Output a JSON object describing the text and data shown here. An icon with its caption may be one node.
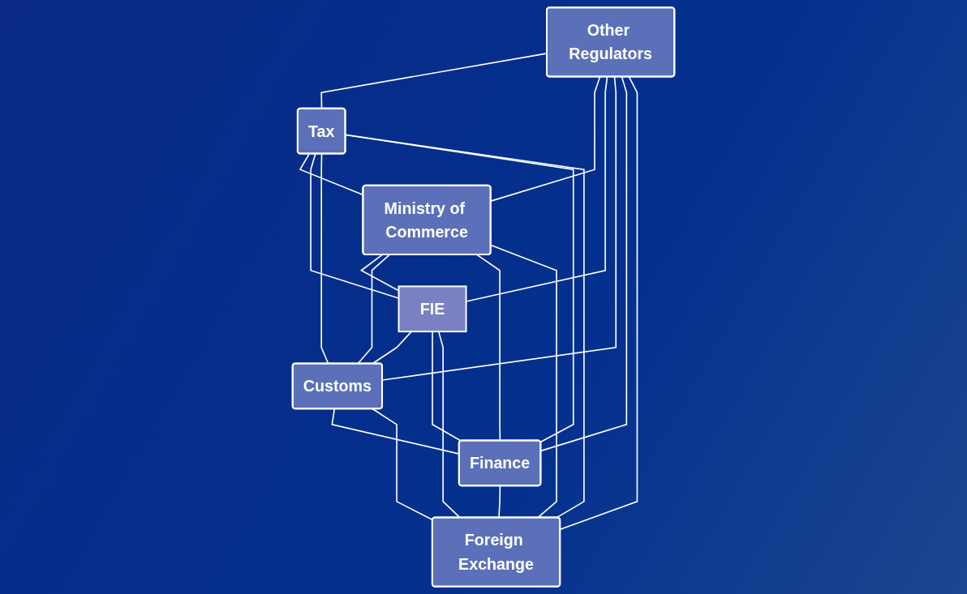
{
  "diagram": {
    "nodes": [
      {
        "text": [
          "Other Regulators"
        ]
      },
      {
        "text": [
          "Tax"
        ]
      },
      {
        "text": [
          "Ministry of Commerce"
        ]
      },
      {
        "text": [
          "FIE"
        ]
      },
      {
        "text": [
          "Customs"
        ]
      },
      {
        "text": [
          "Finance"
        ]
      },
      {
        "text": [
          "Foreign Exchange"
        ]
      }
    ],
    "edges": [
      {
        "from": 0,
        "to": 1,
        "arrow": "none"
      },
      {
        "from": 0,
        "to": 2,
        "arrow": "none"
      },
      {
        "from": 0,
        "to": 3,
        "arrow": "none"
      },
      {
        "from": 0,
        "to": 4,
        "arrow": "none"
      },
      {
        "from": 0,
        "to": 5,
        "arrow": "none"
      },
      {
        "from": 0,
        "to": 6,
        "arrow": "none"
      },
      {
        "from": 1,
        "to": 2,
        "arrow": "none"
      },
      {
        "from": 1,
        "to": 3,
        "arrow": "none"
      },
      {
        "from": 1,
        "to": 4,
        "arrow": "none"
      },
      {
        "from": 1,
        "to": 5,
        "arrow": "none"
      },
      {
        "from": 1,
        "to": 6,
        "arrow": "none"
      },
      {
        "from": 2,
        "to": 3,
        "arrow": "none"
      },
      {
        "from": 2,
        "to": 4,
        "arrow": "none"
      },
      {
        "from": 2,
        "to": 5,
        "arrow": "none"
      },
      {
        "from": 2,
        "to": 6,
        "arrow": "none"
      },
      {
        "from": 3,
        "to": 4,
        "arrow": "none"
      },
      {
        "from": 3,
        "to": 5,
        "arrow": "none"
      },
      {
        "from": 3,
        "to": 6,
        "arrow": "none"
      },
      {
        "from": 4,
        "to": 5,
        "arrow": "none"
      },
      {
        "from": 4,
        "to": 6,
        "arrow": "none"
      },
      {
        "from": 5,
        "to": 6,
        "arrow": "none"
      }
    ]
  }
}
